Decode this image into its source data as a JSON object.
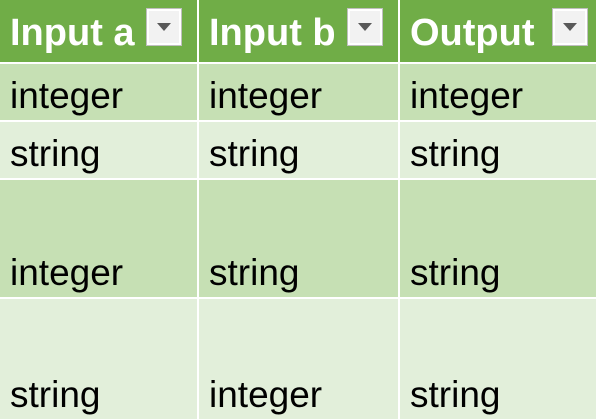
{
  "header": {
    "columns": [
      {
        "label": "Input a",
        "filter_icon": "dropdown-arrow-icon"
      },
      {
        "label": "Input b",
        "filter_icon": "dropdown-arrow-icon"
      },
      {
        "label": "Output",
        "filter_icon": "dropdown-arrow-icon"
      }
    ]
  },
  "rows": [
    {
      "cells": [
        "integer",
        "integer",
        "integer"
      ]
    },
    {
      "cells": [
        "string",
        "string",
        "string"
      ]
    },
    {
      "cells": [
        "integer",
        "string",
        "string"
      ]
    },
    {
      "cells": [
        "string",
        "integer",
        "string"
      ]
    }
  ],
  "colors": {
    "header_bg": "#70ad47",
    "header_text": "#ffffff",
    "band_dark": "#c6e0b4",
    "band_light": "#e2efda"
  }
}
